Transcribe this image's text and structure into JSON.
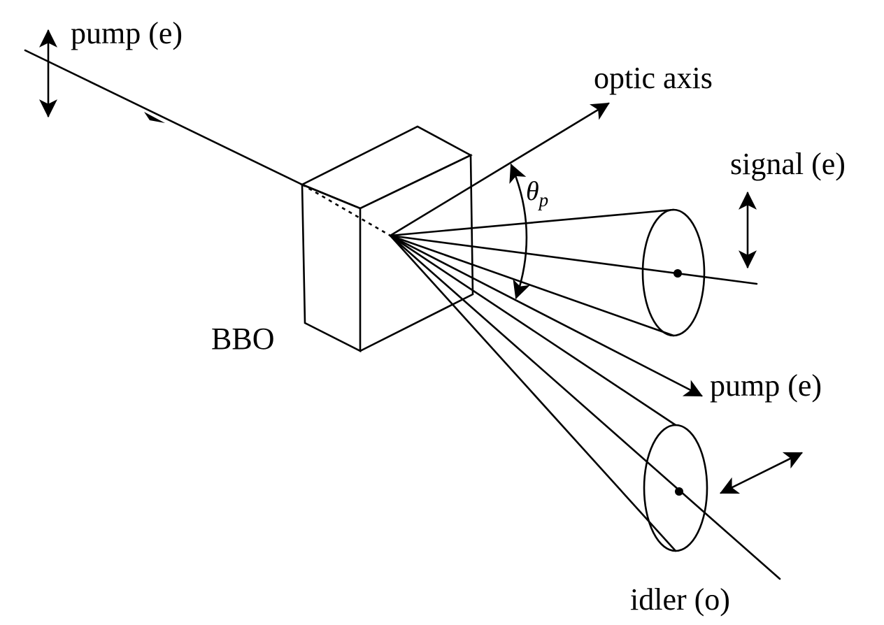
{
  "labels": {
    "pump_in": "pump (e)",
    "optic_axis": "optic axis",
    "signal": "signal (e)",
    "crystal": "BBO",
    "pump_out": "pump (e)",
    "idler": "idler (o)"
  },
  "angle": {
    "symbol": "θ",
    "subscript": "p"
  }
}
